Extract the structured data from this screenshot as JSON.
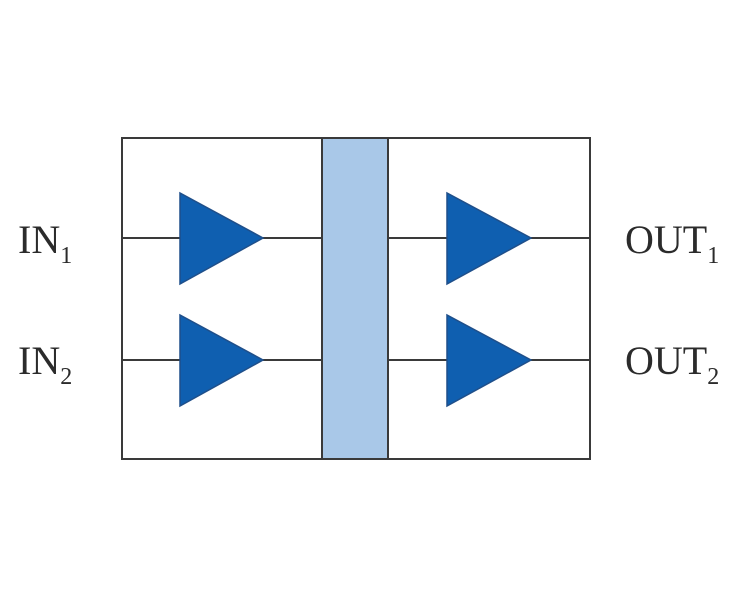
{
  "ports": {
    "in1": {
      "main": "IN",
      "sub": "1"
    },
    "in2": {
      "main": "IN",
      "sub": "2"
    },
    "out1": {
      "main": "OUT",
      "sub": "1"
    },
    "out2": {
      "main": "OUT",
      "sub": "2"
    }
  },
  "colors": {
    "amplifier_fill": "#0f5fb0",
    "coupler_fill": "#a9c8e8",
    "line": "#3a3a3a",
    "text": "#2b2b2b"
  },
  "icons": {
    "amplifier": "triangle-amplifier-icon"
  }
}
